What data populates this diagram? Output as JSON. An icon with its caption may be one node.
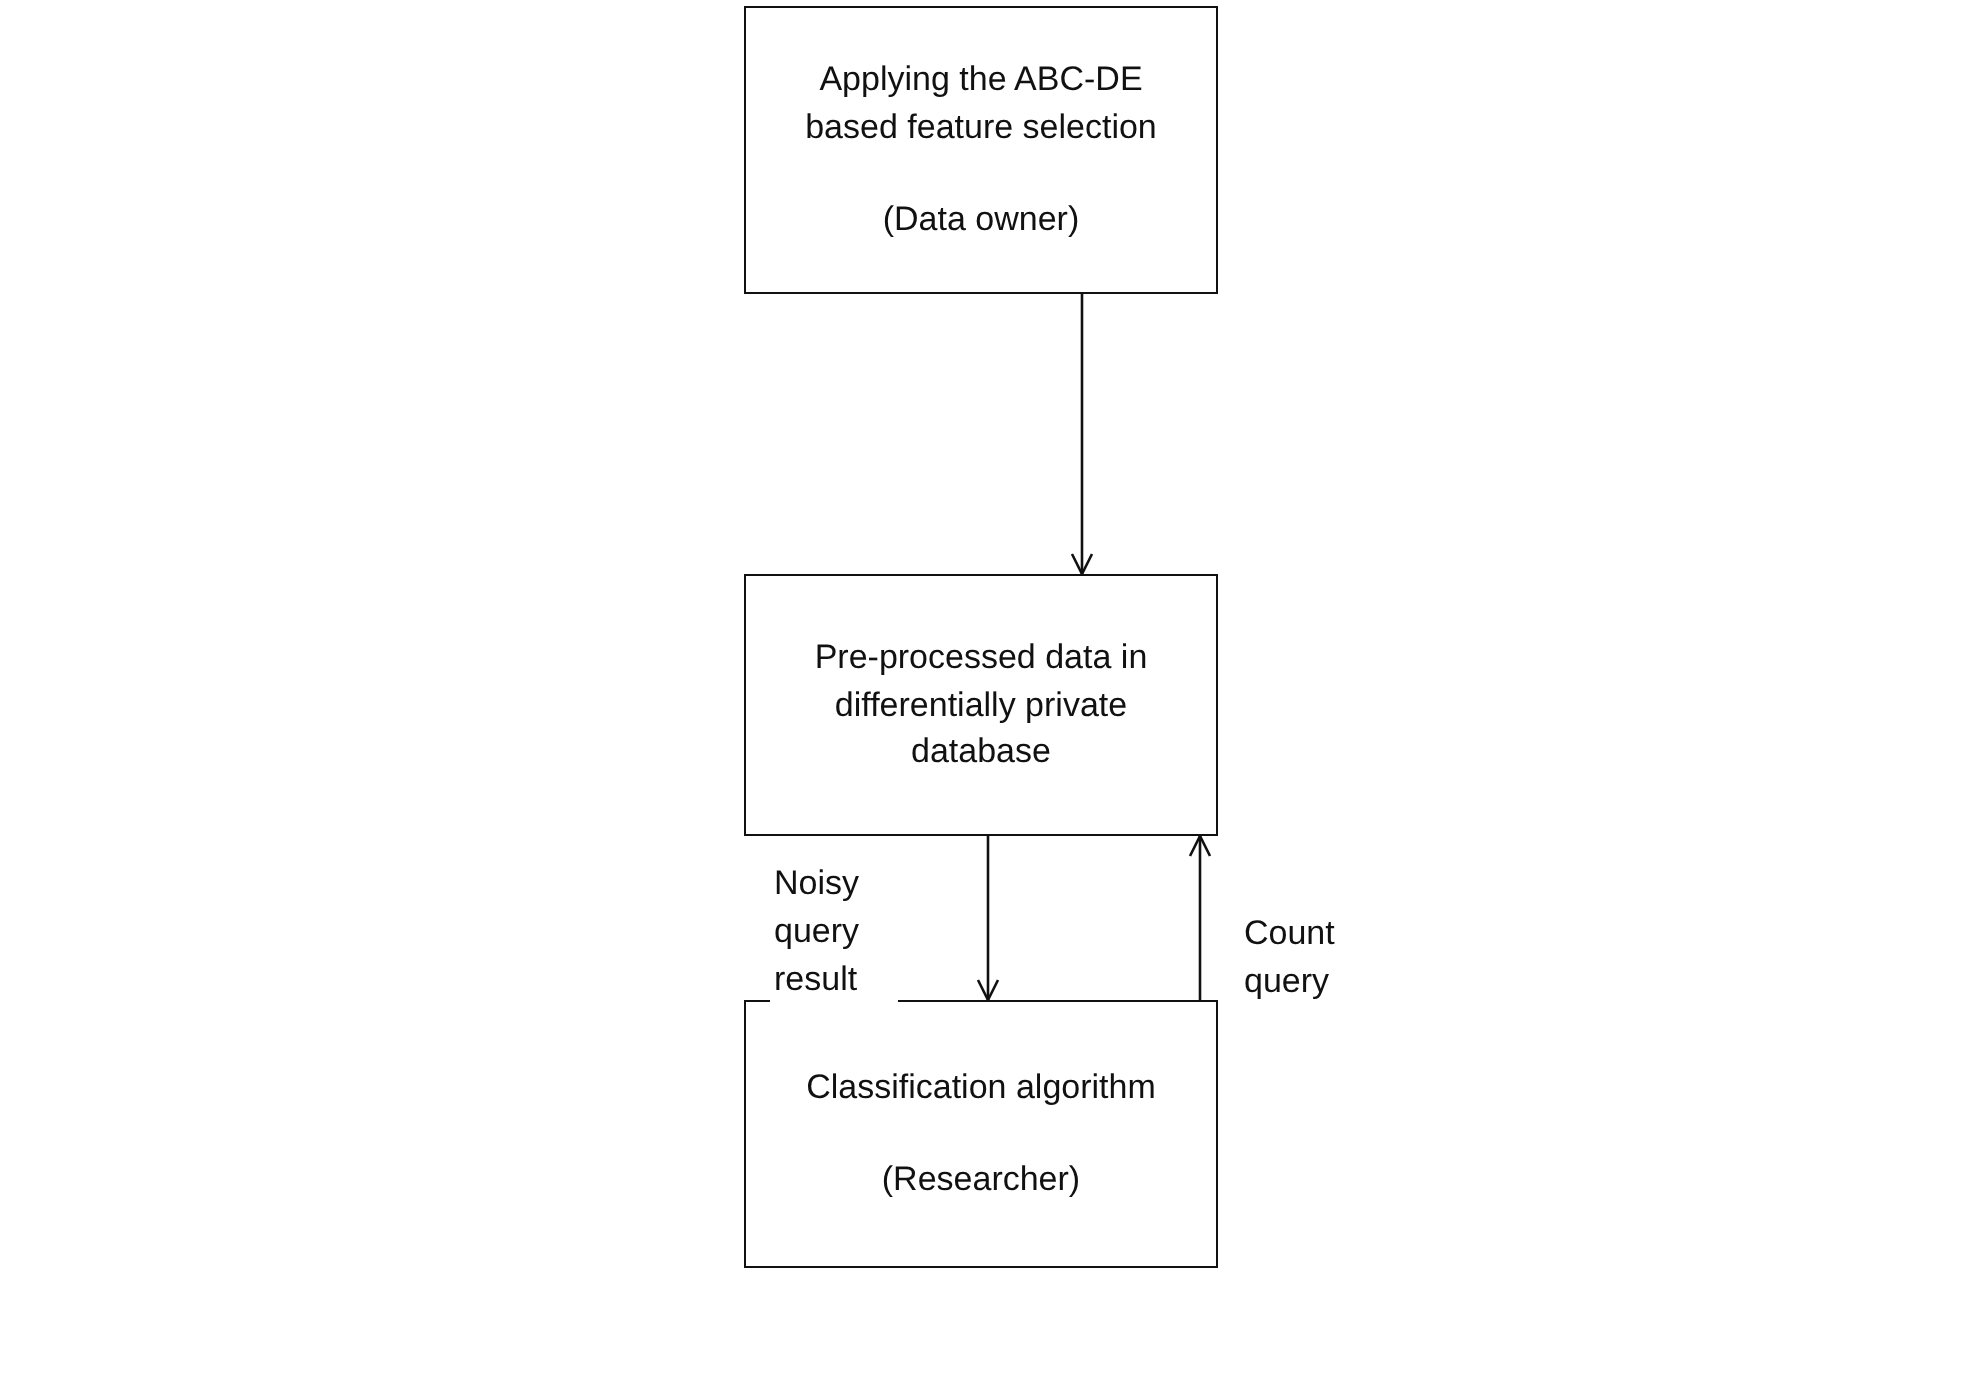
{
  "diagram": {
    "nodes": [
      {
        "text": [
          "Applying the ABC-DE based feature selection",
          "(Data owner)"
        ]
      },
      {
        "text": [
          "Pre-processed data in differentially private database"
        ]
      },
      {
        "text": [
          "Classification algorithm",
          "(Researcher)"
        ]
      }
    ],
    "edges": [
      {
        "from": 0,
        "to": 1,
        "arrow": "to"
      },
      {
        "from": 1,
        "to": 2,
        "arrow": "to",
        "label": "Noisy query result"
      },
      {
        "from": 2,
        "to": 1,
        "arrow": "to",
        "label": "Count query"
      }
    ]
  }
}
